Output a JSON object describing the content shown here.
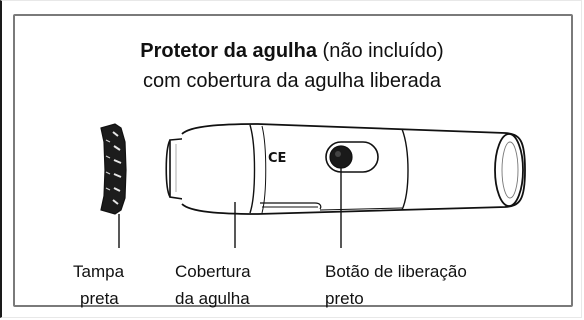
{
  "heading": {
    "bold": "Protetor da agulha",
    "rest": "(não incluído)",
    "line2": "com cobertura da agulha liberada"
  },
  "device": {
    "ce_mark": "CE"
  },
  "callouts": [
    {
      "line1": "Tampa",
      "line2": "preta"
    },
    {
      "line1": "Cobertura",
      "line2": "da agulha"
    },
    {
      "line1": "Botão de liberação",
      "line2": "preto"
    }
  ]
}
